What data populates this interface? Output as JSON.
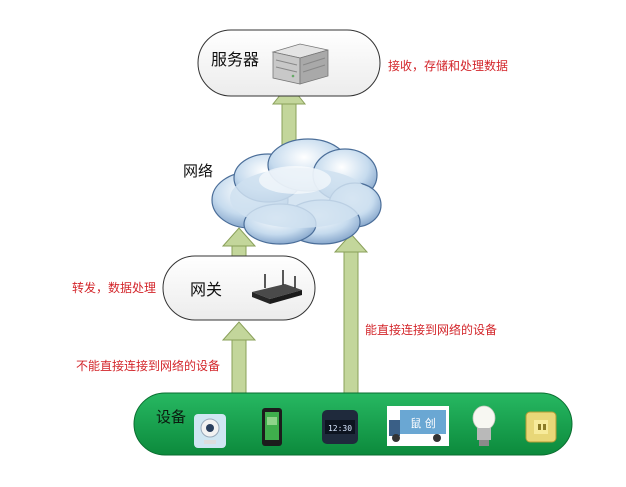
{
  "server": {
    "label": "服务器",
    "note": "接收，存储和处理数据",
    "icon": "server-rack-icon"
  },
  "network": {
    "label": "网络",
    "icon": "cloud-icon"
  },
  "gateway": {
    "label": "网关",
    "note": "转发，数据处理",
    "icon": "router-icon"
  },
  "links": {
    "indirect_note": "不能直接连接到网络的设备",
    "direct_note": "能直接连接到网络的设备"
  },
  "devices": {
    "label": "设备",
    "items": [
      {
        "icon": "webcam-icon"
      },
      {
        "icon": "phone-icon"
      },
      {
        "icon": "clock-display-icon"
      },
      {
        "icon": "delivery-truck-icon",
        "text": "鼠 创"
      },
      {
        "icon": "light-bulb-icon"
      },
      {
        "icon": "smart-plug-icon"
      }
    ]
  },
  "colors": {
    "arrow": "#c3d69b",
    "arrow_edge": "#8aa05a",
    "device_bar": "#10a04a",
    "note_text": "#d3262b"
  }
}
